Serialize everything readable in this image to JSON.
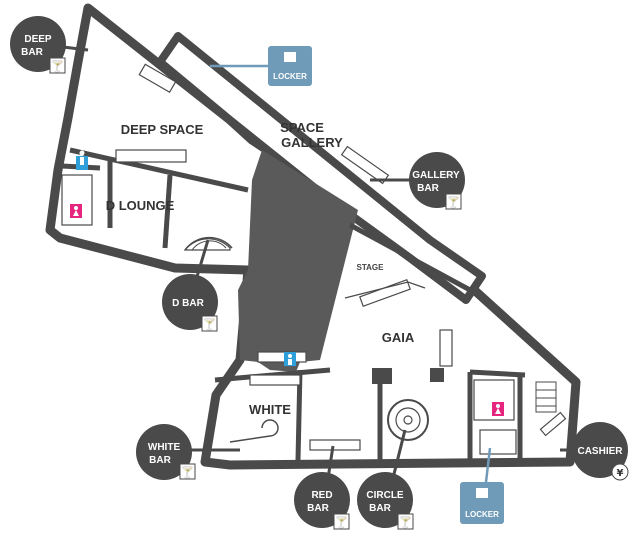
{
  "rooms": {
    "deep_space": "DEEP SPACE",
    "space_gallery_line1": "SPACE",
    "space_gallery_line2": "GALLERY",
    "d_lounge": "D LOUNGE",
    "stage": "STAGE",
    "gaia": "GAIA",
    "white": "WHITE"
  },
  "bars": {
    "deep_bar": [
      "DEEP",
      "BAR"
    ],
    "gallery_bar": [
      "GALLERY",
      "BAR"
    ],
    "d_bar": [
      "D BAR"
    ],
    "white_bar": [
      "WHITE",
      "BAR"
    ],
    "red_bar": [
      "RED",
      "BAR"
    ],
    "circle_bar": [
      "CIRCLE",
      "BAR"
    ]
  },
  "cashier": {
    "label": "CASHIER",
    "symbol": "¥"
  },
  "lockers": {
    "top": "LOCKER",
    "bottom": "LOCKER"
  },
  "colors": {
    "wall": "#4a4a4a",
    "bubble": "#4a4a4a",
    "locker": "#6f9bb8",
    "male_icon": "#2e9fd8",
    "female_icon": "#e5257e"
  }
}
